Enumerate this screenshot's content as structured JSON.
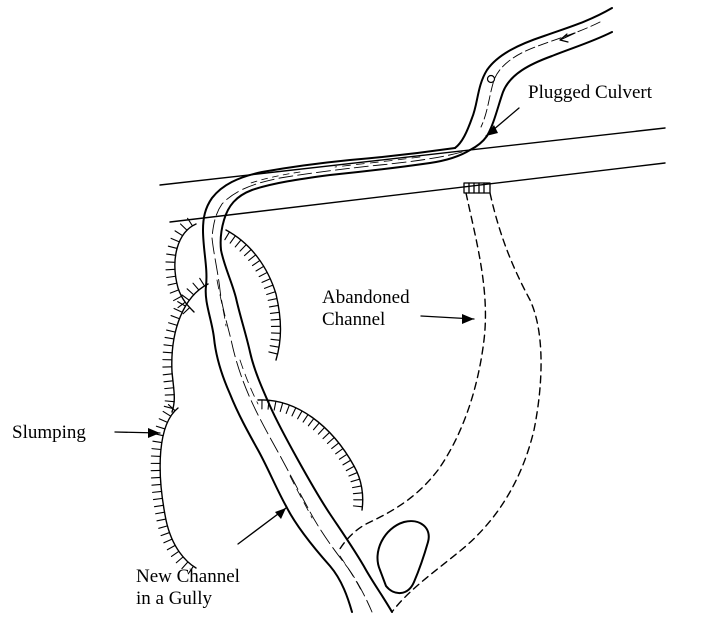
{
  "labels": {
    "plugged_culvert": "Plugged Culvert",
    "abandoned_channel": [
      "Abandoned",
      "Channel"
    ],
    "slumping": "Slumping",
    "new_channel": [
      "New Channel",
      "in a Gully"
    ]
  },
  "colors": {
    "ink": "#000000",
    "background": "#ffffff"
  }
}
